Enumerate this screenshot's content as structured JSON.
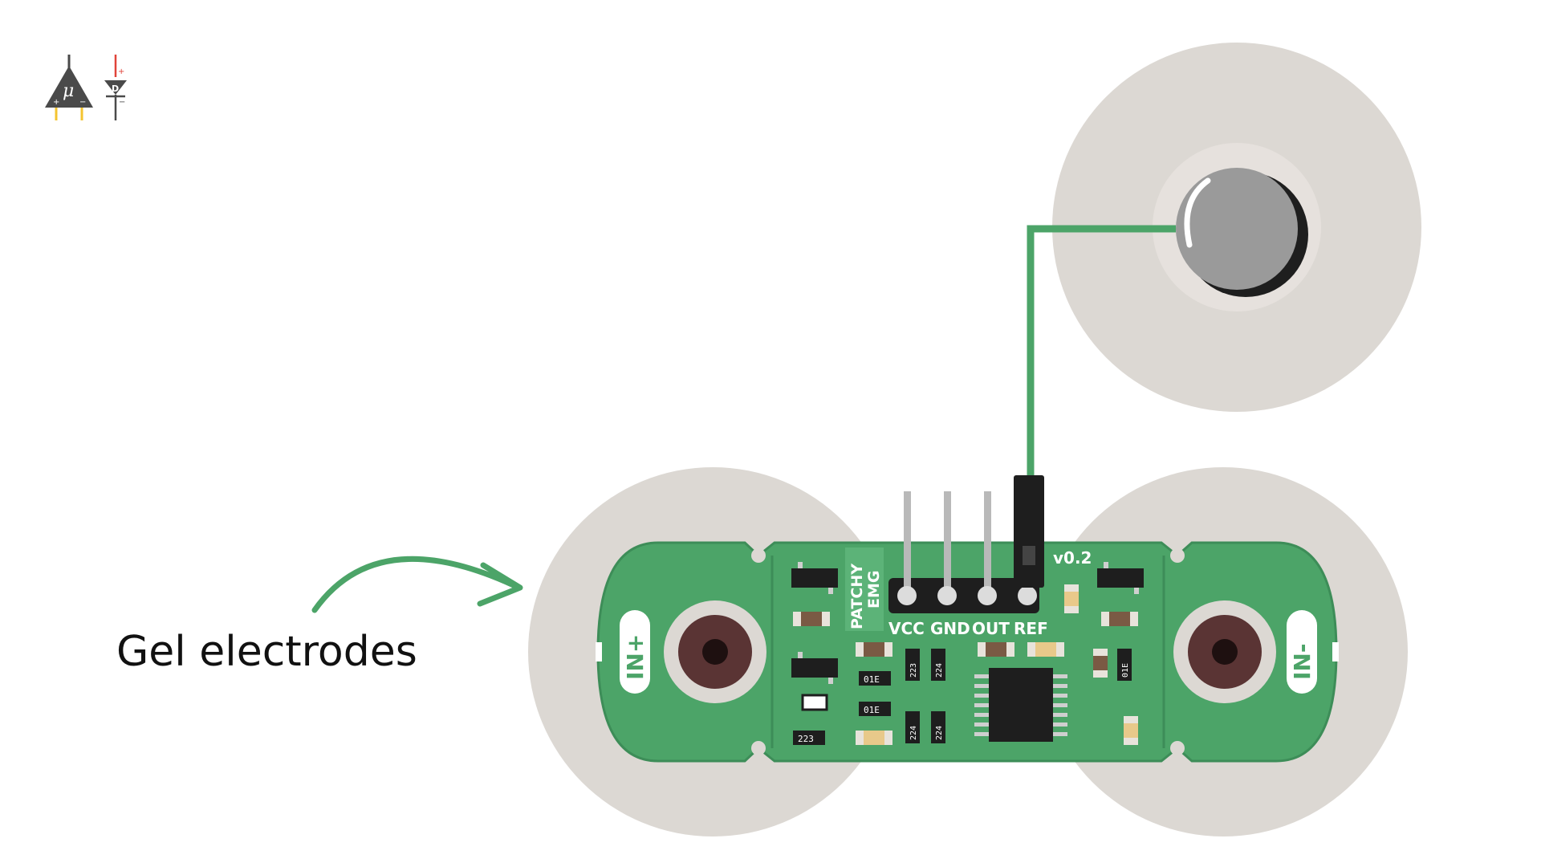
{
  "caption": "Gel electrodes",
  "board": {
    "name_line1": "PATCHY",
    "name_line2": "EMG",
    "version": "v0.2",
    "in_plus": "IN+",
    "in_minus": "IN-",
    "pins": [
      "VCC",
      "GND",
      "OUT",
      "REF"
    ],
    "components": {
      "r1": "223",
      "r2": "223",
      "r3": "224",
      "r4": "224",
      "r5": "01E",
      "r6": "01E",
      "r7": "01E",
      "r8": "224"
    }
  },
  "logo": {
    "symbol": "μ",
    "diode_letter": "D"
  },
  "colors": {
    "pcb": "#4ca468",
    "pcb_dark": "#3d8d58",
    "wire": "#4ca468",
    "electrode_pad": "#dcd8d3",
    "snap_center": "#4a2b2a",
    "arrow": "#4ca468",
    "logo_gray": "#4a4a4a",
    "logo_yellow": "#f4c430",
    "logo_red": "#e0443a"
  },
  "icons": [
    "microcontroller-logo-icon",
    "diode-logo-icon",
    "curved-arrow-icon"
  ]
}
